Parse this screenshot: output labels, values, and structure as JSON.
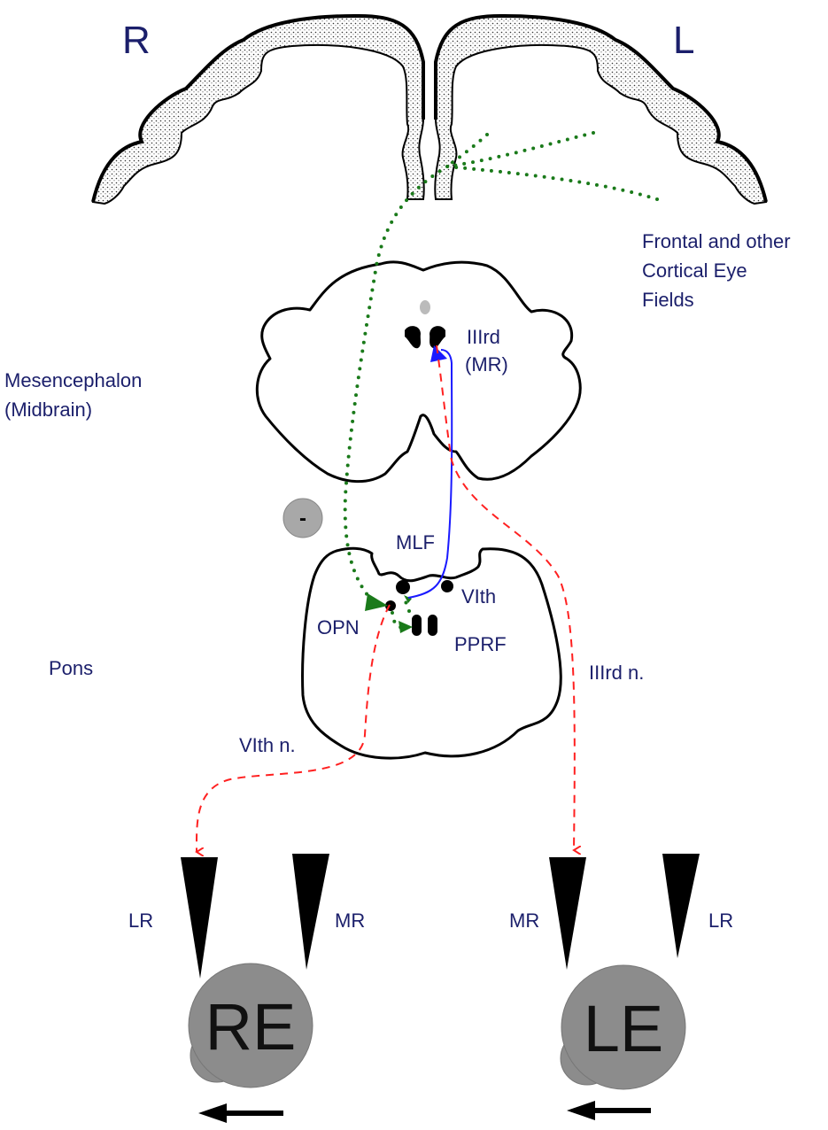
{
  "sides": {
    "right": "R",
    "left": "L"
  },
  "cortex_label": [
    "Frontal and other",
    "Cortical Eye",
    "Fields"
  ],
  "regions": {
    "midbrain": [
      "Mesencephalon",
      "(Midbrain)"
    ],
    "pons": "Pons"
  },
  "nuclei": {
    "third": [
      "IIIrd",
      "(MR)"
    ],
    "sixth": "VIth",
    "opn": "OPN",
    "pprf": "PPRF",
    "mlf": "MLF"
  },
  "inhibition_sign": "-",
  "nerves": {
    "third": "IIIrd n.",
    "sixth": "VIth n."
  },
  "muscles": {
    "re_lateral": "LR",
    "re_medial": "MR",
    "le_medial": "MR",
    "le_lateral": "LR"
  },
  "eyes": {
    "right": "RE",
    "left": "LE"
  },
  "colors": {
    "text": "#1b1f6b",
    "green": "#1a7a1a",
    "red": "#ff2020",
    "blue": "#1a1aff",
    "gray": "#8c8c8c"
  }
}
